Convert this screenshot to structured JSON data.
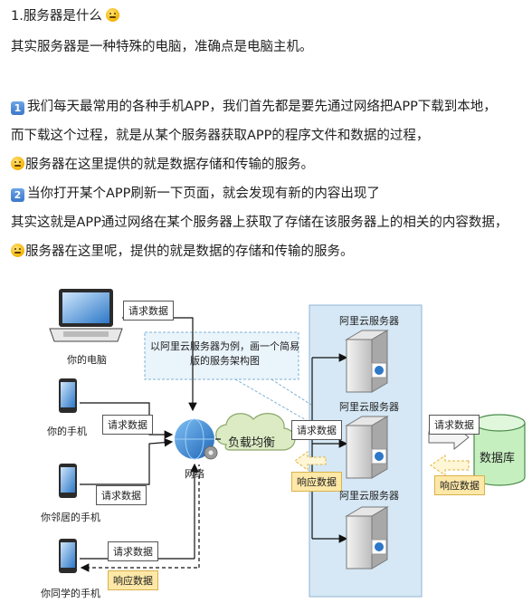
{
  "text": {
    "title": "1.服务器是什么",
    "intro": "其实服务器是一种特殊的电脑，准确点是电脑主机。",
    "point1_num": "1",
    "point1_line1": "我们每天最常用的各种手机APP，我们首先都是要先通过网络把APP下载到本地，",
    "point1_line2": "而下载这个过程，就是从某个服务器获取APP的程序文件和数据的过程，",
    "point1_line3": "服务器在这里提供的就是数据存储和传输的服务。",
    "point2_num": "2",
    "point2_line1": "当你打开某个APP刷新一下页面，就会发现有新的内容出现了",
    "point2_line2": "其实这就是APP通过网络在某个服务器上获取了存储在该服务器上的相关的内容数据，",
    "point2_line3": "服务器在这里呢，提供的就是数据的存储和传输的服务。"
  },
  "diagram": {
    "devices": {
      "computer": "你的电脑",
      "phone": "你的手机",
      "neighbor_phone": "你邻居的手机",
      "classmate_phone": "你同学的手机"
    },
    "labels": {
      "request_computer": "请求数据",
      "request_phone": "请求数据",
      "request_neighbor": "请求数据",
      "request_classmate": "请求数据",
      "response_classmate": "响应数据",
      "request_lb": "请求数据",
      "response_lb": "响应数据",
      "request_db": "请求数据",
      "response_db": "响应数据"
    },
    "note_line1": "以阿里云服务器为例，画一个简易",
    "note_line2": "版的服务架构图",
    "network": "网络",
    "load_balancer": "负载均衡",
    "servers": [
      "阿里云服务器",
      "阿里云服务器",
      "阿里云服务器"
    ],
    "database": "数据库"
  },
  "colors": {
    "server_panel": "#d6e8f5",
    "server_panel_border": "#8fb6d6",
    "cloud": "#dcebc4",
    "database": "#c6efc0",
    "response_tag": "#fde8a8",
    "globe": "#2f7fd1",
    "keycap": "#3a78c9"
  },
  "icons": [
    "laptop-icon",
    "phone-icon",
    "globe-icon",
    "gear-icon",
    "cloud-icon",
    "server-icon",
    "database-icon",
    "thinking-emoji-icon",
    "keycap-icon"
  ]
}
